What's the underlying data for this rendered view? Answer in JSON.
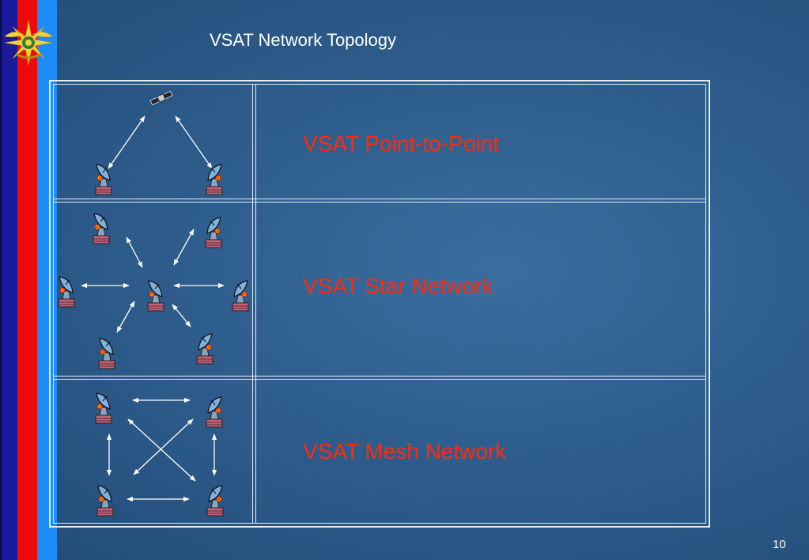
{
  "slide": {
    "title": "VSAT Network Topology",
    "page_number": "10"
  },
  "rows": [
    {
      "label": "VSAT Point-to-Point"
    },
    {
      "label": "VSAT Star Network"
    },
    {
      "label": "VSAT Mesh Network"
    }
  ],
  "colors": {
    "background": "#2f5f8f",
    "label_text": "#ff2a0c",
    "title_text": "#ffffff",
    "stripe_navy": "#1a1a9a",
    "stripe_red": "#ee0a0a",
    "stripe_blue": "#1e8cf5"
  }
}
